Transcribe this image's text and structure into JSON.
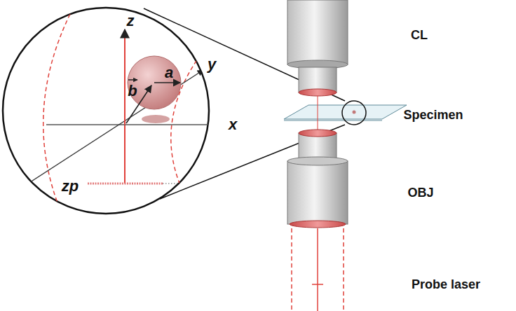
{
  "diagram": {
    "labels": [
      "z",
      "b",
      "a",
      "y",
      "x",
      "zp",
      "CL",
      "Specimen",
      "OBJ",
      "Probe laser"
    ]
  }
}
